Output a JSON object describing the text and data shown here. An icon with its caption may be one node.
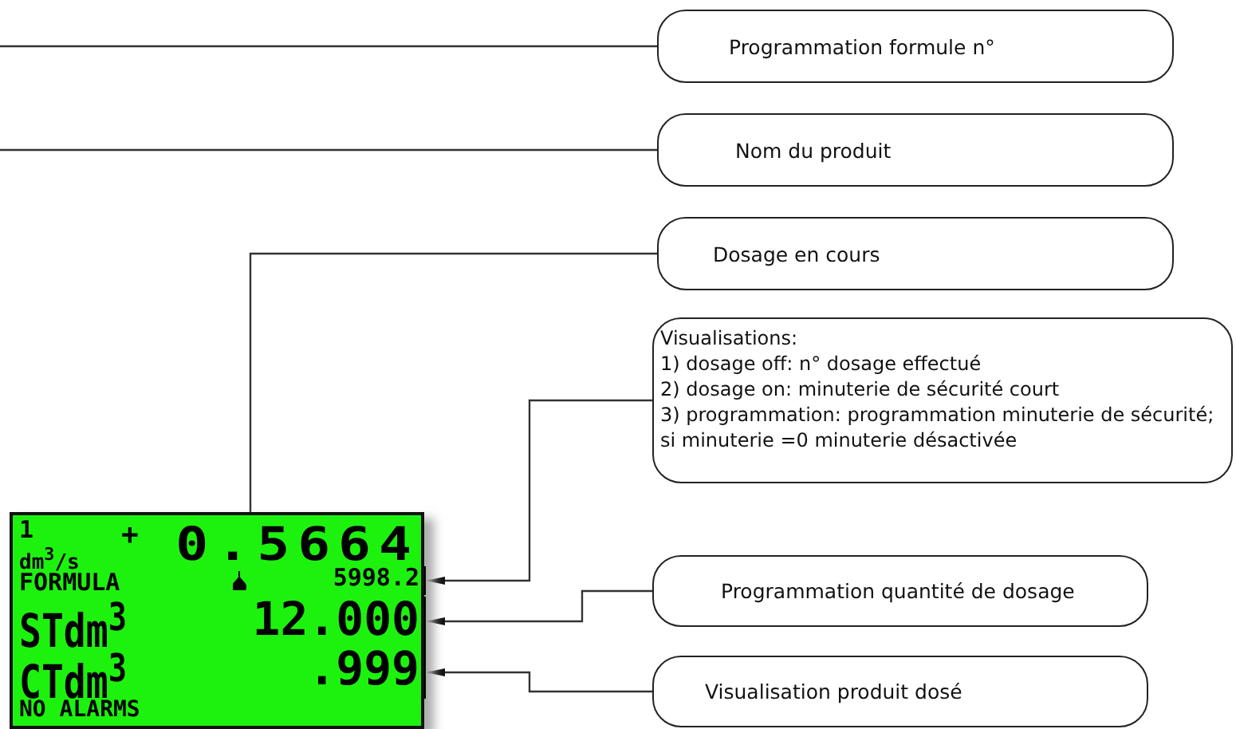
{
  "diagram": {
    "nodes": [
      {
        "text": [
          "1",
          "dm$^{3}$/s",
          "+",
          "FORMULA",
          "STdm$^{3}$",
          "CTdm$^{3}$",
          "NO ALARMS"
        ]
      },
      {
        "text": [
          "0.5664"
        ],
        "in": 0
      },
      {
        "text": [
          "5998.2"
        ],
        "in": 0
      },
      {
        "text": [
          "12.000"
        ],
        "in": 0
      },
      {
        "text": [
          ".999"
        ],
        "in": 0
      },
      {
        "text": [
          "Programmation formule n°"
        ]
      },
      {
        "text": [
          "Nom du produit"
        ]
      },
      {
        "text": [
          "Dosage en cours"
        ]
      },
      {
        "text": [
          "Visualisations:",
          "1) dosage off: n° dosage effectué",
          "2) dosage on: minuterie de sécurité court",
          "3) programmation: programmation minuterie de sécurité; si minuterie =0 minuterie désactivée"
        ]
      },
      {
        "text": [
          "Programmation quantité de dosage"
        ]
      },
      {
        "text": [
          "Visualisation produit dosé"
        ]
      }
    ],
    "edges": [
      {
        "from": 5,
        "to": null,
        "arrow": "none"
      },
      {
        "from": 6,
        "to": null,
        "arrow": "none"
      },
      {
        "from": 7,
        "to": 1,
        "arrow": "none"
      },
      {
        "from": 8,
        "to": 2,
        "arrow": "to"
      },
      {
        "from": 9,
        "to": 3,
        "arrow": "to"
      },
      {
        "from": 10,
        "to": 4,
        "arrow": "to"
      }
    ]
  }
}
